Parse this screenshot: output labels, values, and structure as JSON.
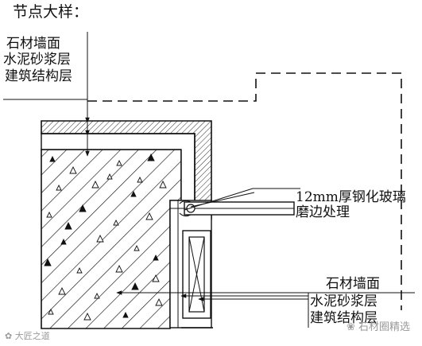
{
  "title": "节点大样：",
  "top_labels": [
    "石材墙面",
    "水泥砂浆层",
    "建筑结构层"
  ],
  "glass_label": [
    "12mm厚钢化玻璃",
    "磨边处理"
  ],
  "bottom_labels": [
    "石材墙面",
    "水泥砂浆层",
    "建筑结构层"
  ],
  "watermark_left": "大匠之道",
  "watermark_right": "石材圈精选",
  "colors": {
    "line": "#111111",
    "paper": "#ffffff",
    "watermark": "#9a9a9a"
  }
}
